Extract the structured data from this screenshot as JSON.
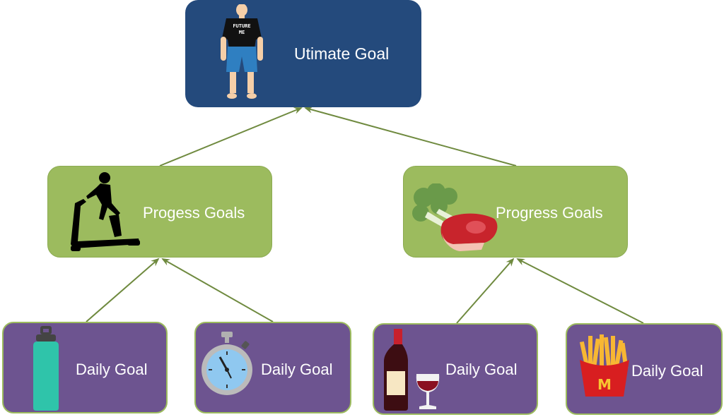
{
  "nodes": {
    "ultimate": {
      "label": "Utimate Goal",
      "shirt_text_line1": "FUTURE",
      "shirt_text_line2": "ME"
    },
    "progress_left": {
      "label": "Progess Goals"
    },
    "progress_right": {
      "label": "Progress Goals"
    },
    "daily_1": {
      "label": "Daily Goal"
    },
    "daily_2": {
      "label": "Daily Goal"
    },
    "daily_3": {
      "label": "Daily Goal"
    },
    "daily_4": {
      "label": "Daily Goal"
    },
    "fries_box_letter": "M"
  },
  "icons": {
    "ultimate": "future-me-person-icon",
    "progress_left": "treadmill-runner-icon",
    "progress_right": "broccoli-steak-icon",
    "daily_1": "water-bottle-icon",
    "daily_2": "stopwatch-icon",
    "daily_3": "wine-bottle-glass-icon",
    "daily_4": "french-fries-icon"
  },
  "edges": [
    {
      "from": "progress_left",
      "to": "ultimate"
    },
    {
      "from": "progress_right",
      "to": "ultimate"
    },
    {
      "from": "daily_1",
      "to": "progress_left"
    },
    {
      "from": "daily_2",
      "to": "progress_left"
    },
    {
      "from": "daily_3",
      "to": "progress_right"
    },
    {
      "from": "daily_4",
      "to": "progress_right"
    }
  ],
  "colors": {
    "ultimate_fill": "#244a7c",
    "progress_fill": "#9cbb5e",
    "daily_fill": "#6d5490",
    "arrow": "#6f8a3f"
  }
}
